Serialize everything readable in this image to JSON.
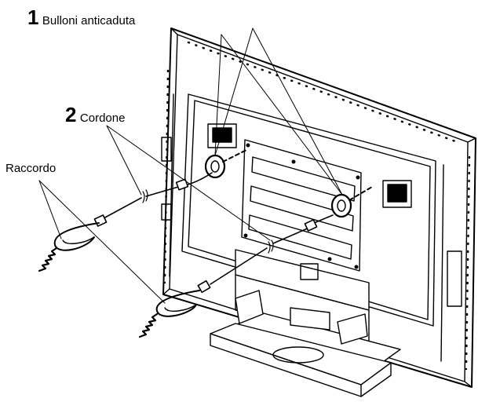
{
  "labels": {
    "bolts": {
      "number": "1",
      "text": "Bulloni anticaduta"
    },
    "cord": {
      "number": "2",
      "text": "Cordone"
    },
    "fitting": {
      "text": "Raccordo"
    }
  },
  "colors": {
    "line": "#000000",
    "fill": "#ffffff"
  }
}
